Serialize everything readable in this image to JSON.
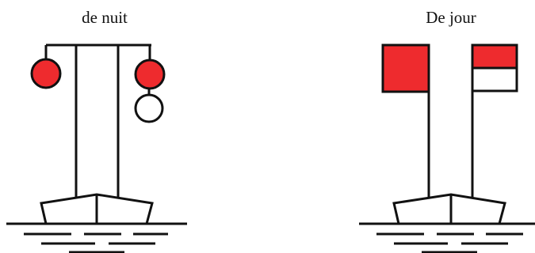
{
  "captions": {
    "night": "de nuit",
    "day": "De jour"
  },
  "colors": {
    "signal_red": "#ee2b2e",
    "white": "#ffffff",
    "line": "#111111"
  },
  "night_signal": {
    "left_mast": [
      "red-light"
    ],
    "right_mast": [
      "red-light",
      "white-light"
    ]
  },
  "day_signal": {
    "left_mast": [
      "red-flag"
    ],
    "right_mast": [
      "red-over-white-flag"
    ]
  }
}
